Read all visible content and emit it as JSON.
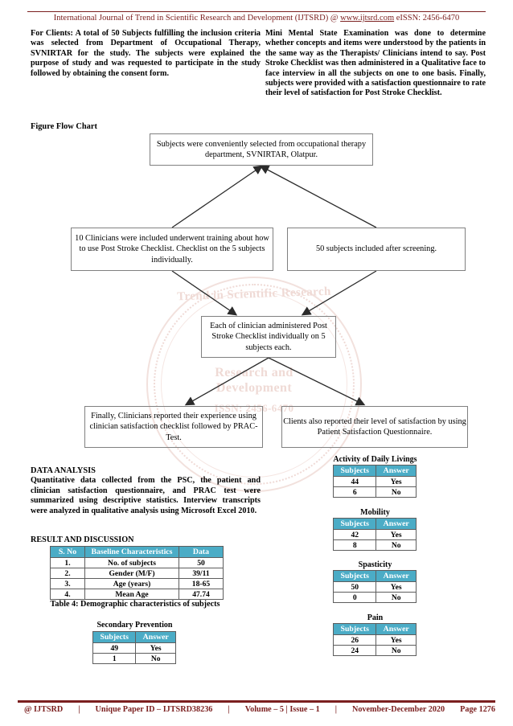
{
  "header": {
    "journal_line_pre": "International Journal of Trend in Scientific Research and Development (IJTSRD) @ ",
    "journal_url": "www.ijtsrd.com",
    "journal_line_post": " eISSN: 2456-6470"
  },
  "watermark": {
    "top_text": "Trend in Scientific Research",
    "mid_line1": "Research and",
    "mid_line2": "Development",
    "issn": "ISSN: 2456-6470"
  },
  "intro": {
    "left": "For Clients: A total of 50 Subjects fulfilling the inclusion criteria was selected from Department of Occupational Therapy, SVNIRTAR for the study. The subjects were explained the purpose of study and was requested to participate in the study followed by obtaining the consent form.",
    "right": "Mini Mental State Examination was done to determine whether concepts and items were understood by the patients in the same way as the Therapists/ Clinicians intend to say. Post Stroke Checklist was then administered in a Qualitative face to face interview in all the subjects on one to one basis. Finally, subjects were provided with a satisfaction questionnaire to rate their level of satisfaction for Post Stroke Checklist."
  },
  "flowchart": {
    "label": "Figure Flow Chart",
    "boxes": [
      "Subjects were conveniently selected from occupational therapy department, SVNIRTAR, Olatpur.",
      "10 Clinicians were included underwent training about how to use Post Stroke Checklist. Checklist on the 5 subjects individually.",
      "50 subjects included after screening.",
      "Each of clinician administered Post Stroke Checklist individually on 5 subjects each.",
      "Finally, Clinicians reported their experience using clinician satisfaction checklist followed by PRAC-Test.",
      "Clients also reported their level of satisfaction by using Patient Satisfaction Questionnaire."
    ]
  },
  "data_analysis": {
    "heading": "DATA ANALYSIS",
    "body": "Quantitative data collected from the PSC, the patient and clinician satisfaction questionnaire, and PRAC test were summarized using descriptive statistics. Interview transcripts were analyzed in qualitative analysis using Microsoft Excel 2010."
  },
  "result": {
    "heading": "RESULT AND DISCUSSION"
  },
  "tables": {
    "demographic": {
      "caption": "Table 4: Demographic characteristics of subjects",
      "headers": [
        "S. No",
        "Baseline Characteristics",
        "Data"
      ],
      "rows": [
        [
          "1.",
          "No. of subjects",
          "50"
        ],
        [
          "2.",
          "Gender (M/F)",
          "39/11"
        ],
        [
          "3.",
          "Age (years)",
          "18-65"
        ],
        [
          "4.",
          "Mean Age",
          "47.74"
        ]
      ]
    },
    "mini_headers": [
      "Subjects",
      "Answer"
    ],
    "secondary_prevention": {
      "title": "Secondary Prevention",
      "rows": [
        [
          "49",
          "Yes"
        ],
        [
          "1",
          "No"
        ]
      ]
    },
    "activity_daily_livings": {
      "title": "Activity of Daily Livings",
      "rows": [
        [
          "44",
          "Yes"
        ],
        [
          "6",
          "No"
        ]
      ]
    },
    "mobility": {
      "title": "Mobility",
      "rows": [
        [
          "42",
          "Yes"
        ],
        [
          "8",
          "No"
        ]
      ]
    },
    "spasticity": {
      "title": "Spasticity",
      "rows": [
        [
          "50",
          "Yes"
        ],
        [
          "0",
          "No"
        ]
      ]
    },
    "pain": {
      "title": "Pain",
      "rows": [
        [
          "26",
          "Yes"
        ],
        [
          "24",
          "No"
        ]
      ]
    }
  },
  "footer": {
    "brand": "@ IJTSRD",
    "paper_id": "Unique Paper ID – IJTSRD38236",
    "volume": "Volume – 5 | Issue – 1",
    "date": "November-December 2020",
    "page": "Page 1276",
    "sep": "|"
  },
  "colors": {
    "accent_maroon": "#7b1f1f",
    "table_header_teal": "#4bacc6",
    "box_border": "#808080"
  }
}
